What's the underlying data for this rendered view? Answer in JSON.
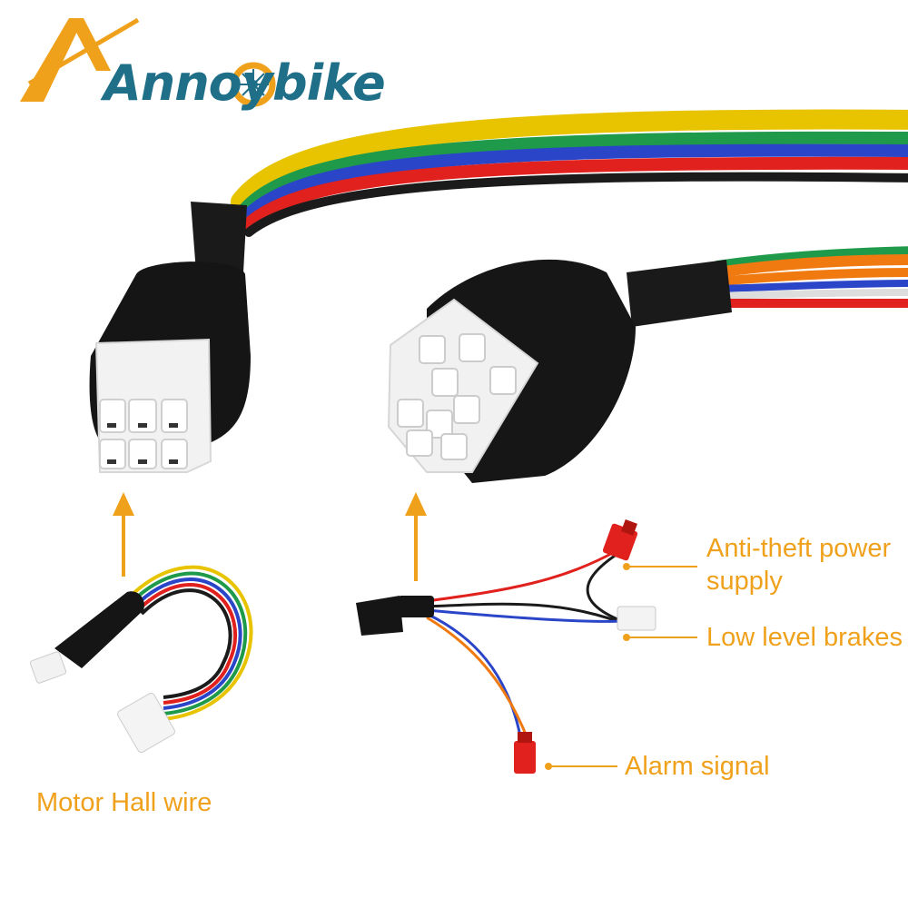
{
  "brand": {
    "name": "Annoybike",
    "accent_color": "#f0a11c",
    "text_color": "#1f6f88",
    "logo_icon": "wheel-icon"
  },
  "labels": {
    "motor_hall_wire": "Motor Hall wire",
    "anti_theft_line1": "Anti-theft power",
    "anti_theft_line2": "supply",
    "low_level_brakes": "Low level brakes",
    "alarm_signal": "Alarm signal"
  },
  "wire_colors": {
    "yellow": "#e8c400",
    "green": "#1f9a4a",
    "blue": "#2a45c8",
    "red": "#e0211d",
    "black": "#1b1b1b",
    "orange": "#f07a10",
    "white": "#eeeeee"
  }
}
